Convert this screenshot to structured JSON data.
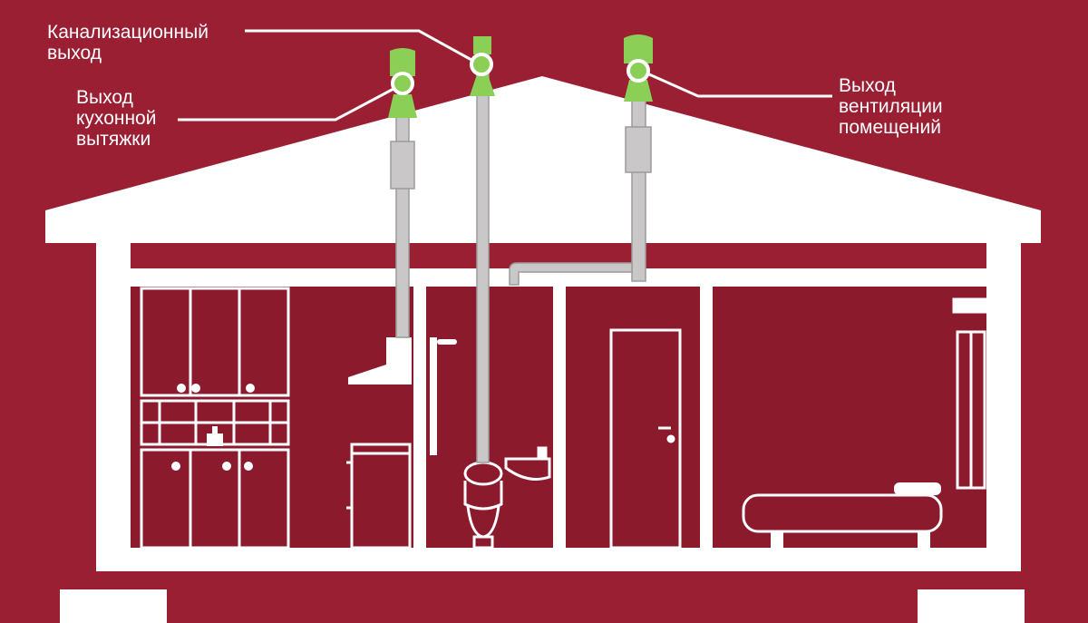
{
  "labels": {
    "sewer_outlet": [
      "Канализационный",
      "выход"
    ],
    "kitchen_hood_outlet": [
      "Выход",
      "кухонной",
      "вытяжки"
    ],
    "room_ventilation_outlet": [
      "Выход",
      "вентиляции",
      "помещений"
    ]
  },
  "colors": {
    "background": "#9a1f33",
    "structure": "#ffffff",
    "pipe": "#c9c7c7",
    "pipe_outline": "#9b9b9b",
    "vent_cap": "#8bcf57"
  },
  "icons": [
    "house-icon",
    "vent-cap-icon",
    "kitchen-cabinet-icon",
    "stove-icon",
    "range-hood-icon",
    "toilet-icon",
    "sink-icon",
    "door-icon",
    "bed-icon",
    "window-icon"
  ]
}
